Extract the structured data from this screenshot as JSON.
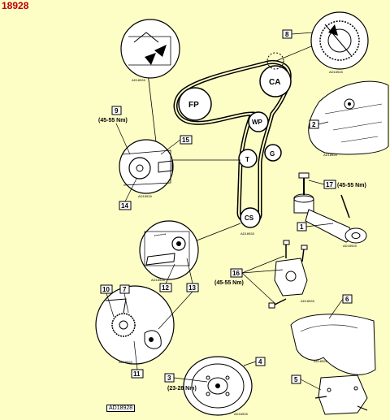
{
  "document": {
    "number": "18928",
    "figure_code": "AD18928"
  },
  "belt": {
    "pulleys": [
      {
        "id": "CA",
        "label": "CA"
      },
      {
        "id": "FP",
        "label": "FP"
      },
      {
        "id": "WP",
        "label": "WP"
      },
      {
        "id": "T",
        "label": "T"
      },
      {
        "id": "G",
        "label": "G"
      },
      {
        "id": "CS",
        "label": "CS"
      }
    ]
  },
  "callouts": [
    {
      "id": "c1",
      "number": "1"
    },
    {
      "id": "c2",
      "number": "2"
    },
    {
      "id": "c3",
      "number": "3"
    },
    {
      "id": "c4",
      "number": "4"
    },
    {
      "id": "c5",
      "number": "5"
    },
    {
      "id": "c6",
      "number": "6"
    },
    {
      "id": "c7",
      "number": "7"
    },
    {
      "id": "c8",
      "number": "8"
    },
    {
      "id": "c9",
      "number": "9"
    },
    {
      "id": "c10",
      "number": "10"
    },
    {
      "id": "c11",
      "number": "11"
    },
    {
      "id": "c12",
      "number": "12"
    },
    {
      "id": "c13",
      "number": "13"
    },
    {
      "id": "c14",
      "number": "14"
    },
    {
      "id": "c15",
      "number": "15"
    },
    {
      "id": "c16",
      "number": "16"
    },
    {
      "id": "c17",
      "number": "17"
    }
  ],
  "torques": {
    "item9": "(45-55 Nm)",
    "item17": "(45-55 Nm)",
    "item16": "(45-55 Nm)",
    "item3": "(23-28 Nm)"
  },
  "small_codes": {
    "detail_top_left": "AD18928",
    "detail_top_right": "AD18928",
    "detail_item2": "AD18928",
    "detail_item9": "AD18928",
    "belt_diagram": "AD18928",
    "detail_item1": "AD18928",
    "detail_item12": "AD18928",
    "detail_item16": "AD18928",
    "detail_item10": "AD18928",
    "detail_item4": "AD18928",
    "detail_item6": "AD18928"
  }
}
